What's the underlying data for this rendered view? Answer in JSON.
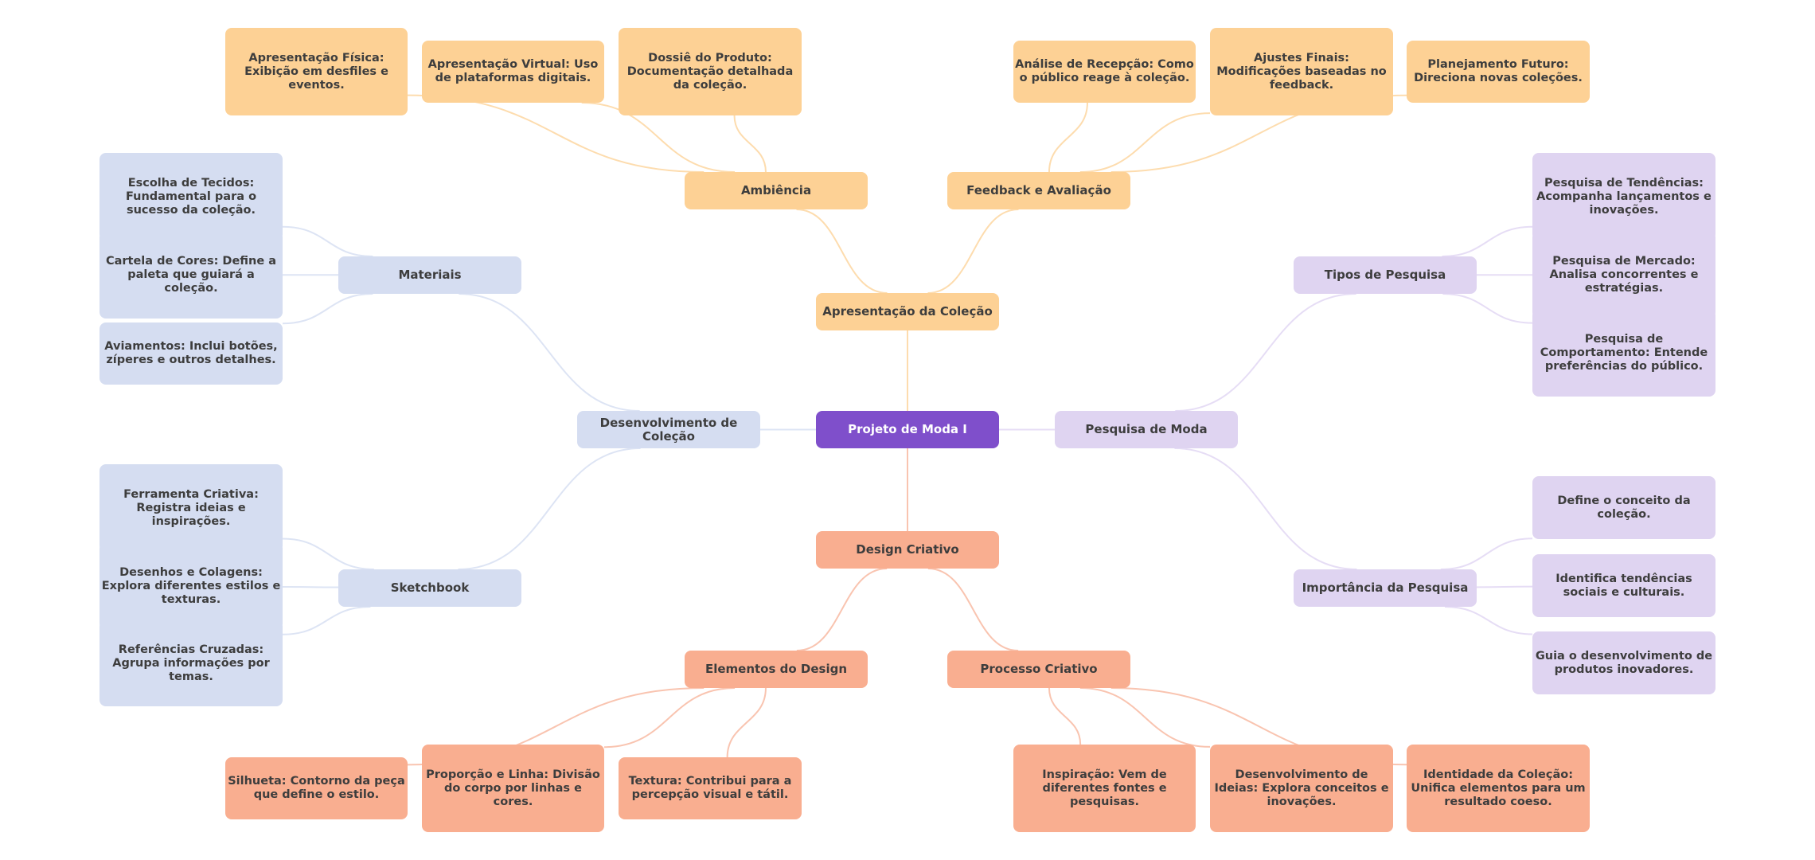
{
  "colors": {
    "root": "#7f4fcb",
    "presentation": "#fdd195",
    "presentation_edge": "#fddcae",
    "design": "#f9ae90",
    "design_edge": "#f9c4b0",
    "development": "#d5ddf1",
    "development_edge": "#dde4f4",
    "research": "#dfd4f1",
    "research_edge": "#e6ddf5",
    "text": "#3d3d3d"
  },
  "root": {
    "id": "root",
    "label": "Projeto de Moda I"
  },
  "branches": [
    {
      "id": "apresentacao",
      "label": "Apresentação da Coleção",
      "color": "presentation",
      "children": [
        {
          "id": "ambiencia",
          "label": "Ambiência",
          "children": [
            {
              "id": "apres-fisica",
              "label": "Apresentação Física: Exibição em desfiles e eventos."
            },
            {
              "id": "apres-virtual",
              "label": "Apresentação Virtual: Uso de plataformas digitais."
            },
            {
              "id": "dossie",
              "label": "Dossiê do Produto: Documentação detalhada da coleção."
            }
          ]
        },
        {
          "id": "feedback",
          "label": "Feedback e Avaliação",
          "children": [
            {
              "id": "analise",
              "label": "Análise de Recepção: Como o público reage à coleção."
            },
            {
              "id": "ajustes",
              "label": "Ajustes Finais: Modificações baseadas no feedback."
            },
            {
              "id": "planejamento",
              "label": "Planejamento Futuro: Direciona novas coleções."
            }
          ]
        }
      ]
    },
    {
      "id": "pesquisa",
      "label": "Pesquisa de Moda",
      "color": "research",
      "children": [
        {
          "id": "tipos",
          "label": "Tipos de Pesquisa",
          "children": [
            {
              "id": "tendencias",
              "label": "Pesquisa de Tendências: Acompanha lançamentos e inovações."
            },
            {
              "id": "mercado",
              "label": "Pesquisa de Mercado: Analisa concorrentes e estratégias."
            },
            {
              "id": "comportamento",
              "label": "Pesquisa de Comportamento: Entende preferências do público."
            }
          ]
        },
        {
          "id": "importancia",
          "label": "Importância da Pesquisa",
          "children": [
            {
              "id": "define",
              "label": "Define o conceito da coleção."
            },
            {
              "id": "identifica",
              "label": "Identifica tendências sociais e culturais."
            },
            {
              "id": "guia",
              "label": "Guia o desenvolvimento de produtos inovadores."
            }
          ]
        }
      ]
    },
    {
      "id": "design",
      "label": "Design Criativo",
      "color": "design",
      "children": [
        {
          "id": "elementos",
          "label": "Elementos do Design",
          "children": [
            {
              "id": "silhueta",
              "label": "Silhueta: Contorno da peça que define o estilo."
            },
            {
              "id": "proporcao",
              "label": "Proporção e Linha: Divisão do corpo por linhas e cores."
            },
            {
              "id": "textura",
              "label": "Textura: Contribui para a percepção visual e tátil."
            }
          ]
        },
        {
          "id": "processo",
          "label": "Processo Criativo",
          "children": [
            {
              "id": "inspiracao",
              "label": "Inspiração: Vem de diferentes fontes e pesquisas."
            },
            {
              "id": "desenv-ideias",
              "label": "Desenvolvimento de Ideias: Explora conceitos e inovações."
            },
            {
              "id": "identidade",
              "label": "Identidade da Coleção: Unifica elementos para um resultado coeso."
            }
          ]
        }
      ]
    },
    {
      "id": "desenvolvimento",
      "label": "Desenvolvimento de Coleção",
      "color": "development",
      "children": [
        {
          "id": "materiais",
          "label": "Materiais",
          "children": [
            {
              "id": "tecidos",
              "label": "Escolha de Tecidos: Fundamental para o sucesso da coleção."
            },
            {
              "id": "cartela",
              "label": "Cartela de Cores: Define a paleta que guiará a coleção."
            },
            {
              "id": "aviamentos",
              "label": "Aviamentos: Inclui botões, zíperes e outros detalhes."
            }
          ]
        },
        {
          "id": "sketchbook",
          "label": "Sketchbook",
          "children": [
            {
              "id": "ferramenta",
              "label": "Ferramenta Criativa: Registra ideias e inspirações."
            },
            {
              "id": "desenhos",
              "label": "Desenhos e Colagens: Explora diferentes estilos e texturas."
            },
            {
              "id": "referencias",
              "label": "Referências Cruzadas: Agrupa informações por temas."
            }
          ]
        }
      ]
    }
  ]
}
